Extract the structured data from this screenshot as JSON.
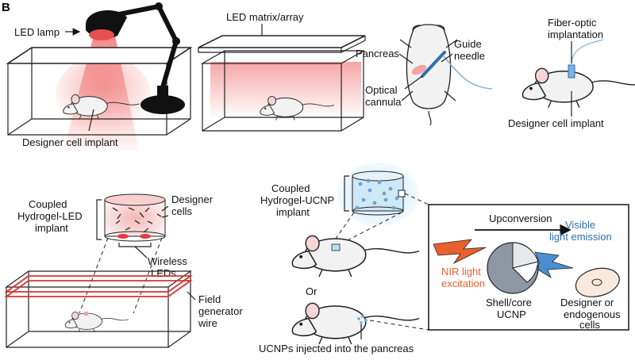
{
  "panel_letter": "B",
  "colors": {
    "red_glow": "#ef6a6a",
    "nir_orange": "#e8612c",
    "visible_blue": "#2f6fb0",
    "hydrogel_blue": "#bfe3f6",
    "led_red": "#e23a3a",
    "wire_red": "#d63333"
  },
  "scene_lamp": {
    "lamp_label": "LED lamp",
    "implant_label": "Designer cell implant"
  },
  "scene_matrix": {
    "matrix_label": "LED matrix/array"
  },
  "scene_cannula": {
    "pancreas_label": "Pancreas",
    "guide_label_1": "Guide",
    "guide_label_2": "needle",
    "cannula_label_1": "Optical",
    "cannula_label_2": "cannula"
  },
  "scene_fiber": {
    "fiber_label_1": "Fiber-optic",
    "fiber_label_2": "implantation",
    "implant_label": "Designer cell implant"
  },
  "scene_wireless": {
    "coupled_1": "Coupled",
    "coupled_2": "Hydrogel-LED",
    "coupled_3": "implant",
    "designer_1": "Designer",
    "designer_2": "cells",
    "wireless_1": "Wireless",
    "wireless_2": "LEDs",
    "field_1": "Field",
    "field_2": "generator",
    "field_3": "wire"
  },
  "scene_ucnp": {
    "coupled_1": "Coupled",
    "coupled_2": "Hydrogel-UCNP",
    "coupled_3": "implant",
    "or_label": "Or",
    "injected_label": "UCNPs injected into the pancreas",
    "upconversion_label": "Upconversion",
    "visible_1": "Visible",
    "visible_2": "light emission",
    "nir_1": "NIR light",
    "nir_2": "excitation",
    "shell_1": "Shell/core",
    "shell_2": "UCNP",
    "cells_1": "Designer or",
    "cells_2": "endogenous",
    "cells_3": "cells"
  }
}
